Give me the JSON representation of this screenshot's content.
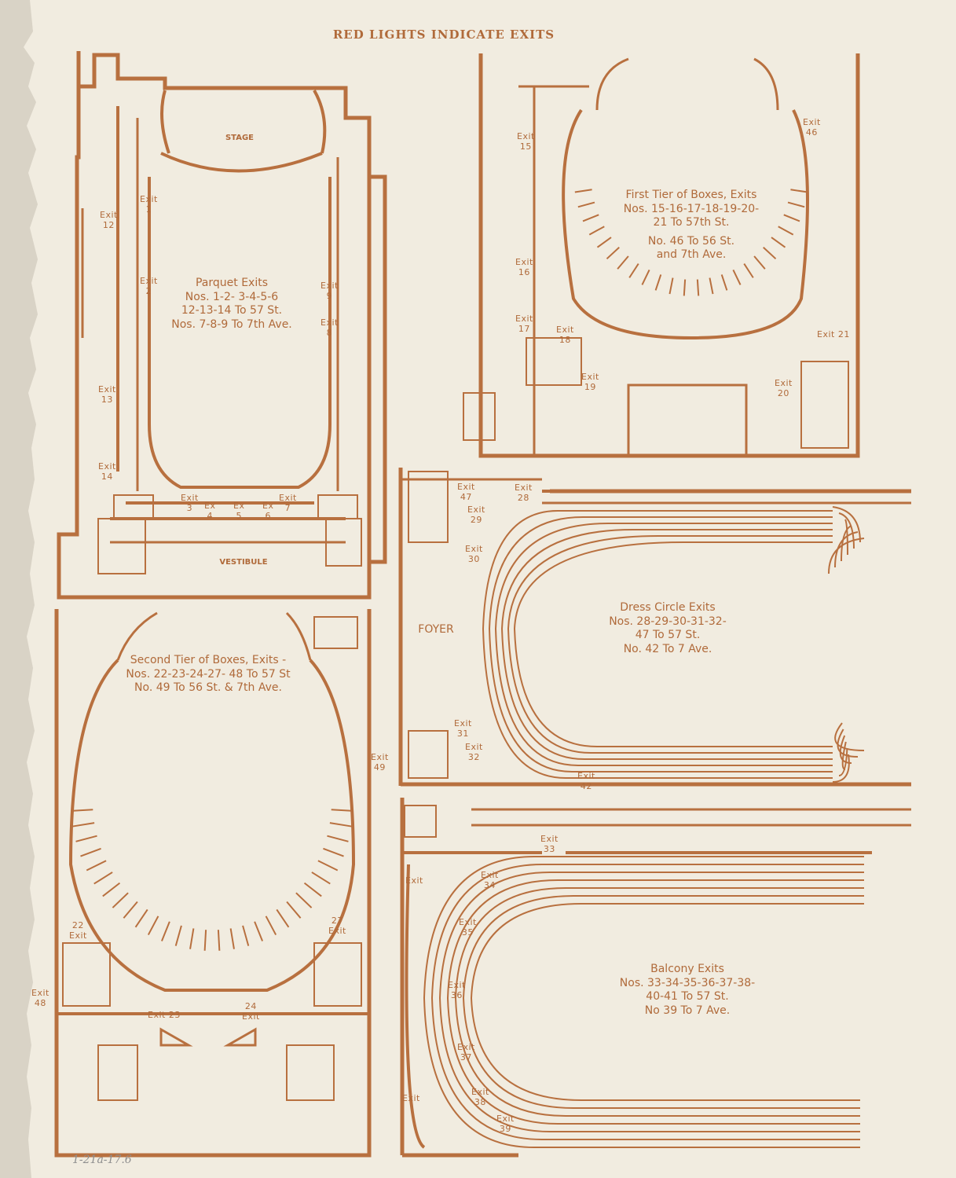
{
  "header": "RED LIGHTS INDICATE EXITS",
  "stage_label": "STAGE",
  "vestibule_label": "VESTIBULE",
  "foyer_label": "FOYER",
  "parquet": {
    "title": "Parquet Exits",
    "line1": "Nos. 1-2- 3-4-5-6",
    "line2": "12-13-14 To 57 St.",
    "line3": "Nos. 7-8-9 To 7th Ave."
  },
  "first_tier": {
    "title": "First Tier of Boxes, Exits",
    "line1": "Nos. 15-16-17-18-19-20-",
    "line2": "21 To 57th St.",
    "line3": "No. 46 To 56 St.",
    "line4": "and 7th Ave."
  },
  "second_tier": {
    "title": "Second Tier of Boxes, Exits -",
    "line1": "Nos. 22-23-24-27- 48 To 57 St",
    "line2": "No. 49 To 56 St. & 7th Ave."
  },
  "dress_circle": {
    "title": "Dress Circle Exits",
    "line1": "Nos. 28-29-30-31-32-",
    "line2": "47 To 57 St.",
    "line3": "No. 42 To 7 Ave."
  },
  "balcony": {
    "title": "Balcony Exits",
    "line1": "Nos. 33-34-35-36-37-38-",
    "line2": "40-41 To 57 St.",
    "line3": "No 39 To 7 Ave."
  },
  "exit_word": "Exit",
  "ex_word": "Ex",
  "exits": {
    "e1": "1",
    "e2": "2",
    "e3": "3",
    "e4": "4",
    "e5": "5",
    "e6": "6",
    "e7": "7",
    "e8": "8",
    "e9": "9",
    "e12": "12",
    "e13": "13",
    "e14": "14",
    "e15": "15",
    "e16": "16",
    "e17": "17",
    "e18": "18",
    "e19": "19",
    "e20": "20",
    "e21": "21",
    "e22": "22",
    "e23": "23",
    "e24": "24",
    "e27": "27",
    "e28": "28",
    "e29": "29",
    "e30": "30",
    "e31": "31",
    "e32": "32",
    "e33": "33",
    "e34": "34",
    "e35": "35",
    "e36": "36",
    "e37": "37",
    "e38": "38",
    "e39": "39",
    "e42": "42",
    "e46": "46",
    "e47": "47",
    "e48": "48",
    "e49": "49"
  },
  "handwritten": "1-21a-17.6",
  "colors": {
    "ink": "#b8703f",
    "paper": "#f1ece0"
  }
}
